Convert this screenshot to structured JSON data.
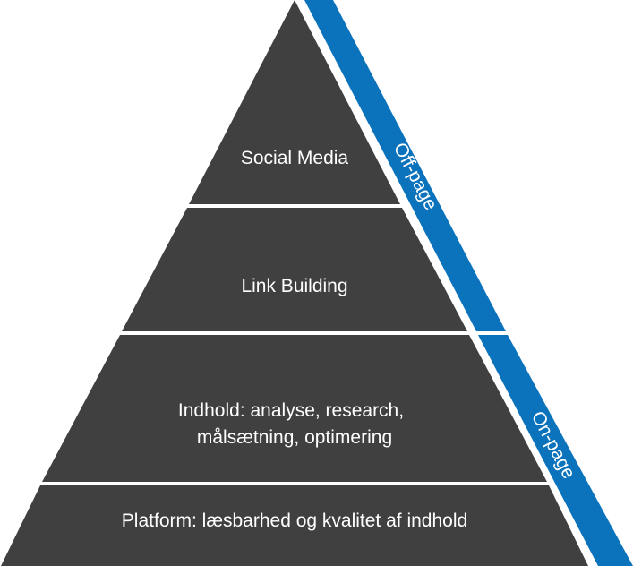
{
  "pyramid": {
    "levels": [
      {
        "lines": [
          "Social Media"
        ]
      },
      {
        "lines": [
          "Link Building"
        ]
      },
      {
        "lines": [
          "Indhold: analyse, research,",
          "målsætning, optimering"
        ]
      },
      {
        "lines": [
          "Platform: læsbarhed og kvalitet af indhold"
        ]
      }
    ],
    "side_labels": {
      "top": "Off-page",
      "bottom": "On-page"
    }
  },
  "colors": {
    "pyramid": "#404040",
    "band": "#0b72bc",
    "divider": "#ffffff"
  }
}
